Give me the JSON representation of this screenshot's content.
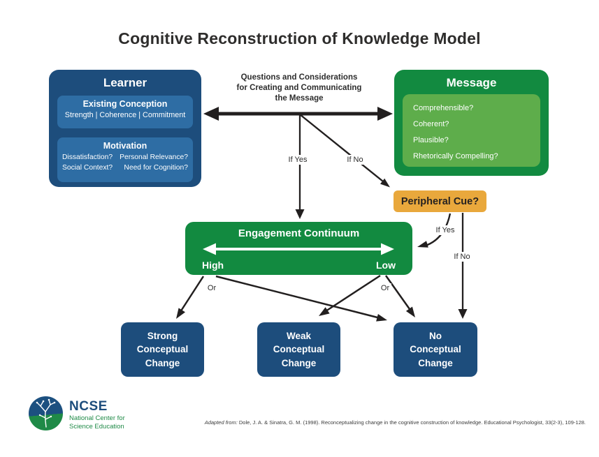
{
  "title": "Cognitive Reconstruction of Knowledge Model",
  "learner": {
    "title": "Learner",
    "existing_conception": {
      "title": "Existing Conception",
      "attributes": "Strength | Coherence | Commitment"
    },
    "motivation": {
      "title": "Motivation",
      "items": [
        "Dissatisfaction?",
        "Personal Relevance?",
        "Social Context?",
        "Need for Cognition?"
      ]
    }
  },
  "message": {
    "title": "Message",
    "items": [
      "Comprehensible?",
      "Coherent?",
      "Plausible?",
      "Rhetorically Compelling?"
    ]
  },
  "center_note": {
    "lines": [
      "Questions and Considerations",
      "for Creating and Communicating",
      "the Message"
    ]
  },
  "peripheral_cue": {
    "title": "Peripheral Cue?"
  },
  "engagement": {
    "title": "Engagement Continuum",
    "left_end": "High",
    "right_end": "Low"
  },
  "flow_labels": {
    "if_yes_top": "If Yes",
    "if_no_top": "If No",
    "cue_if_yes": "If Yes",
    "cue_if_no": "If No",
    "or_left": "Or",
    "or_right": "Or"
  },
  "outcomes": {
    "strong": {
      "lines": [
        "Strong",
        "Conceptual",
        "Change"
      ]
    },
    "weak": {
      "lines": [
        "Weak",
        "Conceptual",
        "Change"
      ]
    },
    "none": {
      "lines": [
        "No",
        "Conceptual",
        "Change"
      ]
    }
  },
  "footer": {
    "logo_acronym": "NCSE",
    "logo_name_line1": "National Center for",
    "logo_name_line2": "Science Education",
    "citation_prefix": "Adapted from:",
    "citation_text": " Dole, J. A. & Sinatra, G. M. (1998). Reconceptualizing change in the cognitive construction of knowledge. Educational Psychologist, 33(2-3), 109-128."
  },
  "colors": {
    "navy": "#1d4d7c",
    "panel_blue": "#2e6da4",
    "green": "#128a40",
    "panel_green": "#5ead4b",
    "orange": "#e9a83c",
    "arrow_black": "#221f1f"
  }
}
